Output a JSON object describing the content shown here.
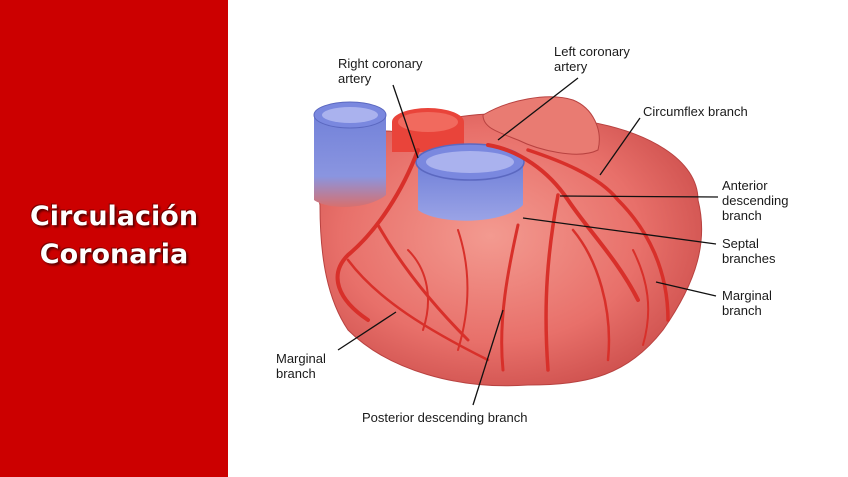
{
  "slide": {
    "title_line1": "Circulación",
    "title_line2": "Coronaria",
    "accent_color": "#cc0000"
  },
  "diagram": {
    "labels": {
      "right_coronary_artery": [
        "Right coronary",
        "artery"
      ],
      "left_coronary_artery": [
        "Left coronary",
        "artery"
      ],
      "circumflex_branch": "Circumflex branch",
      "anterior_descending_branch": [
        "Anterior",
        "descending",
        "branch"
      ],
      "septal_branches": [
        "Septal",
        "branches"
      ],
      "marginal_branch_right": [
        "Marginal",
        "branch"
      ],
      "marginal_branch_left": [
        "Marginal",
        "branch"
      ],
      "posterior_descending_branch": "Posterior descending branch"
    }
  }
}
